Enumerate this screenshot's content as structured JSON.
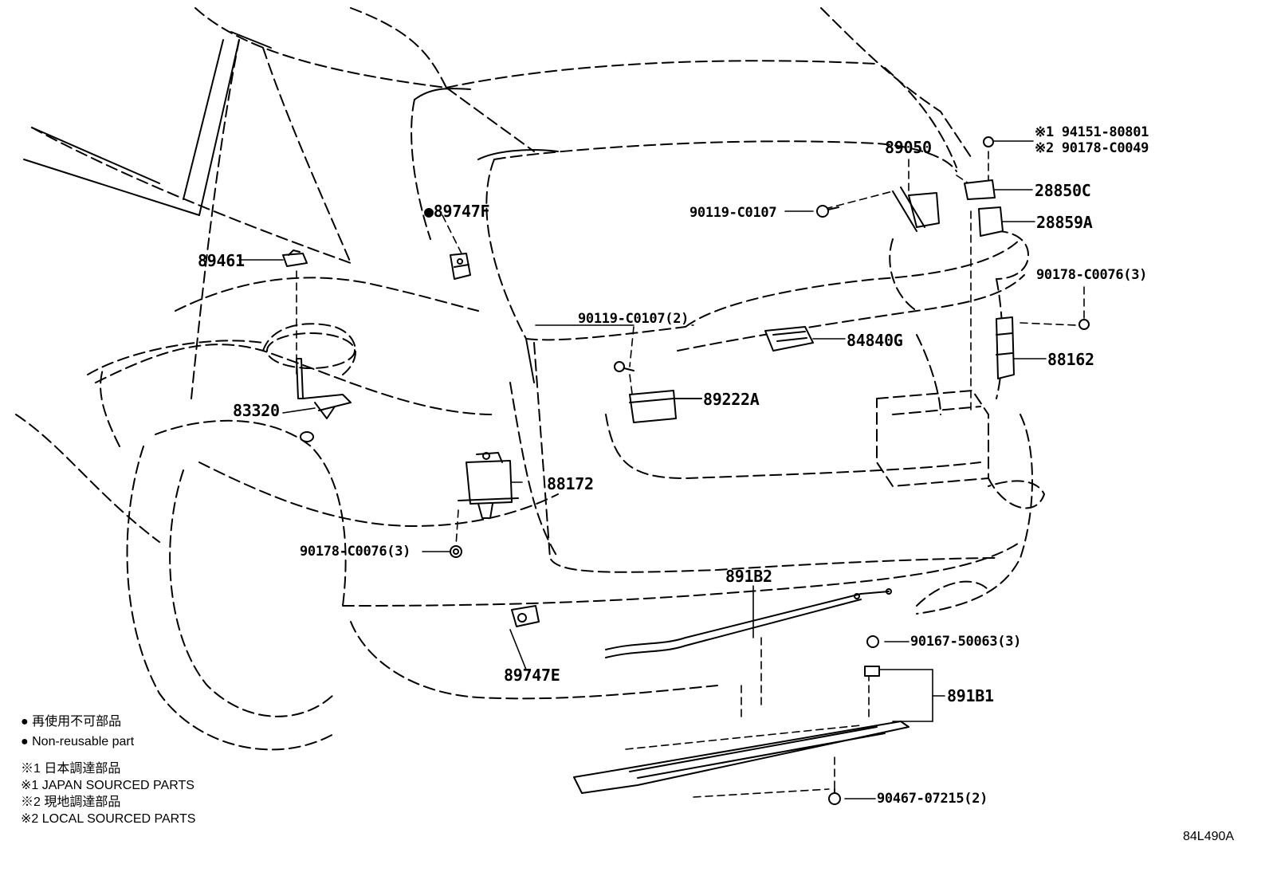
{
  "diagram_id": "84L490A",
  "part_labels": {
    "p89747F": "●89747F",
    "p89461": "89461",
    "p83320": "83320",
    "p88172": "88172",
    "p90178_left": "90178-C0076(3)",
    "p89747E": "89747E",
    "p90119_right": "90119-C0107",
    "p90119_center": "90119-C0107(2)",
    "p89050": "89050",
    "p89222A": "89222A",
    "p84840G": "84840G",
    "p28850C": "28850C",
    "p28859A": "28859A",
    "p88162": "88162",
    "p90178_right": "90178-C0076(3)",
    "p94151_line": "※1 94151-80801",
    "p90178_C0049_line": "※2 90178-C0049",
    "p891B2": "891B2",
    "p90167": "90167-50063(3)",
    "p891B1": "891B1",
    "p90467": "90467-07215(2)"
  },
  "legend": {
    "nonreusable_jp": "● 再使用不可部品",
    "nonreusable_en": "● Non-reusable part",
    "note1_jp": "※1 日本調達部品",
    "note1_en": "※1 JAPAN SOURCED PARTS",
    "note2_jp": "※2 現地調達部品",
    "note2_en": "※2 LOCAL SOURCED PARTS"
  }
}
